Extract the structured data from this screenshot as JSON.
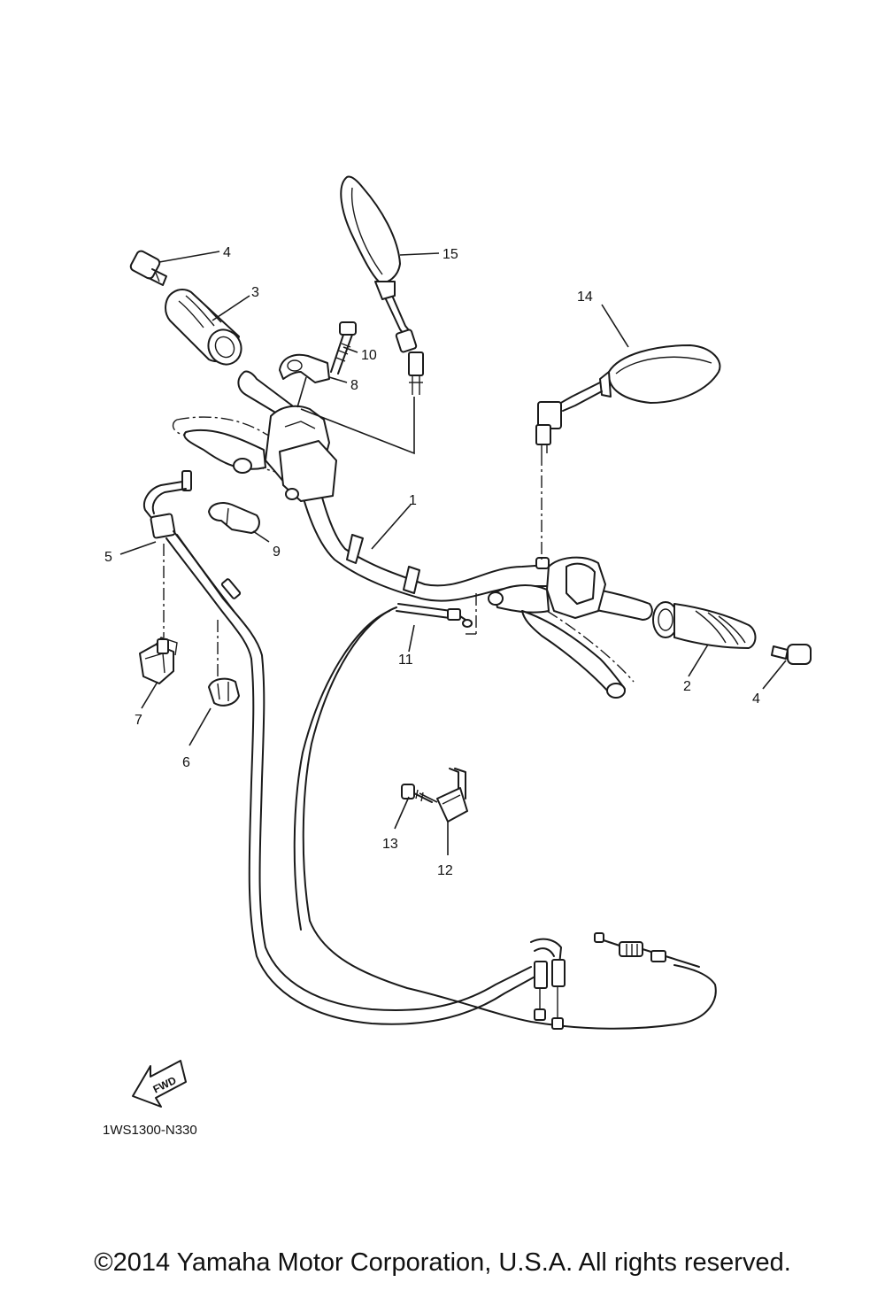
{
  "diagram": {
    "part_labels": {
      "p1": "1",
      "p2": "2",
      "p3": "3",
      "p4_left": "4",
      "p4_right": "4",
      "p5": "5",
      "p6": "6",
      "p7": "7",
      "p8": "8",
      "p9": "9",
      "p10": "10",
      "p11": "11",
      "p12": "12",
      "p13": "13",
      "p14": "14",
      "p15": "15"
    },
    "fwd_label": "FWD",
    "drawing_code": "1WS1300-N330"
  },
  "footer": {
    "copyright": "©2014 Yamaha Motor Corporation, U.S.A. All rights reserved."
  }
}
